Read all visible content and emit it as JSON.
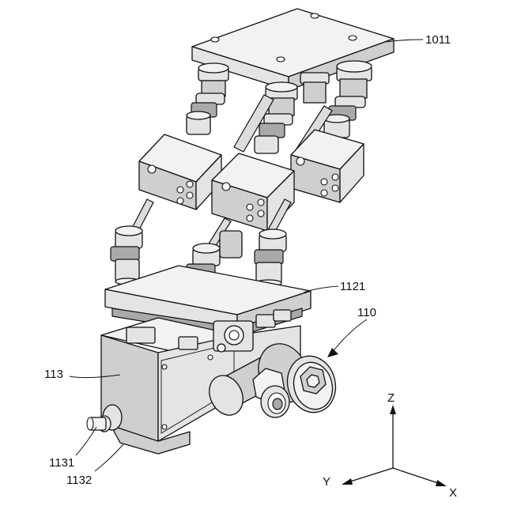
{
  "labels": {
    "l1011": "1011",
    "l1121": "1121",
    "l110": "110",
    "l113": "113",
    "l1131": "1131",
    "l1132": "1132"
  },
  "axes": {
    "z": "Z",
    "y": "Y",
    "x": "X"
  }
}
